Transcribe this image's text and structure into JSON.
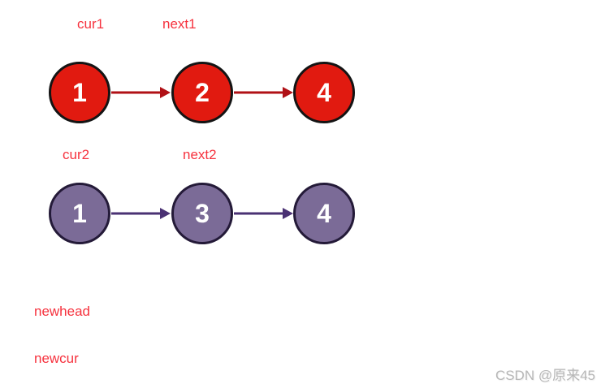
{
  "pointer_labels": {
    "cur1": "cur1",
    "next1": "next1",
    "cur2": "cur2",
    "next2": "next2",
    "newhead": "newhead",
    "newcur": "newcur"
  },
  "lists": [
    {
      "name": "list1",
      "node_fill": "#e11a10",
      "node_border": "#141414",
      "arrow_color": "#b01016",
      "nodes": [
        {
          "value": "1"
        },
        {
          "value": "2"
        },
        {
          "value": "4"
        }
      ]
    },
    {
      "name": "list2",
      "node_fill": "#7b6b97",
      "node_border": "#241a38",
      "arrow_color": "#4a3173",
      "nodes": [
        {
          "value": "1"
        },
        {
          "value": "3"
        },
        {
          "value": "4"
        }
      ]
    }
  ],
  "colors": {
    "label_red": "#f6323e",
    "node_text": "#ffffff",
    "background": "#ffffff",
    "watermark_gray": "#b7b7b7"
  },
  "watermark": "CSDN @原来45"
}
